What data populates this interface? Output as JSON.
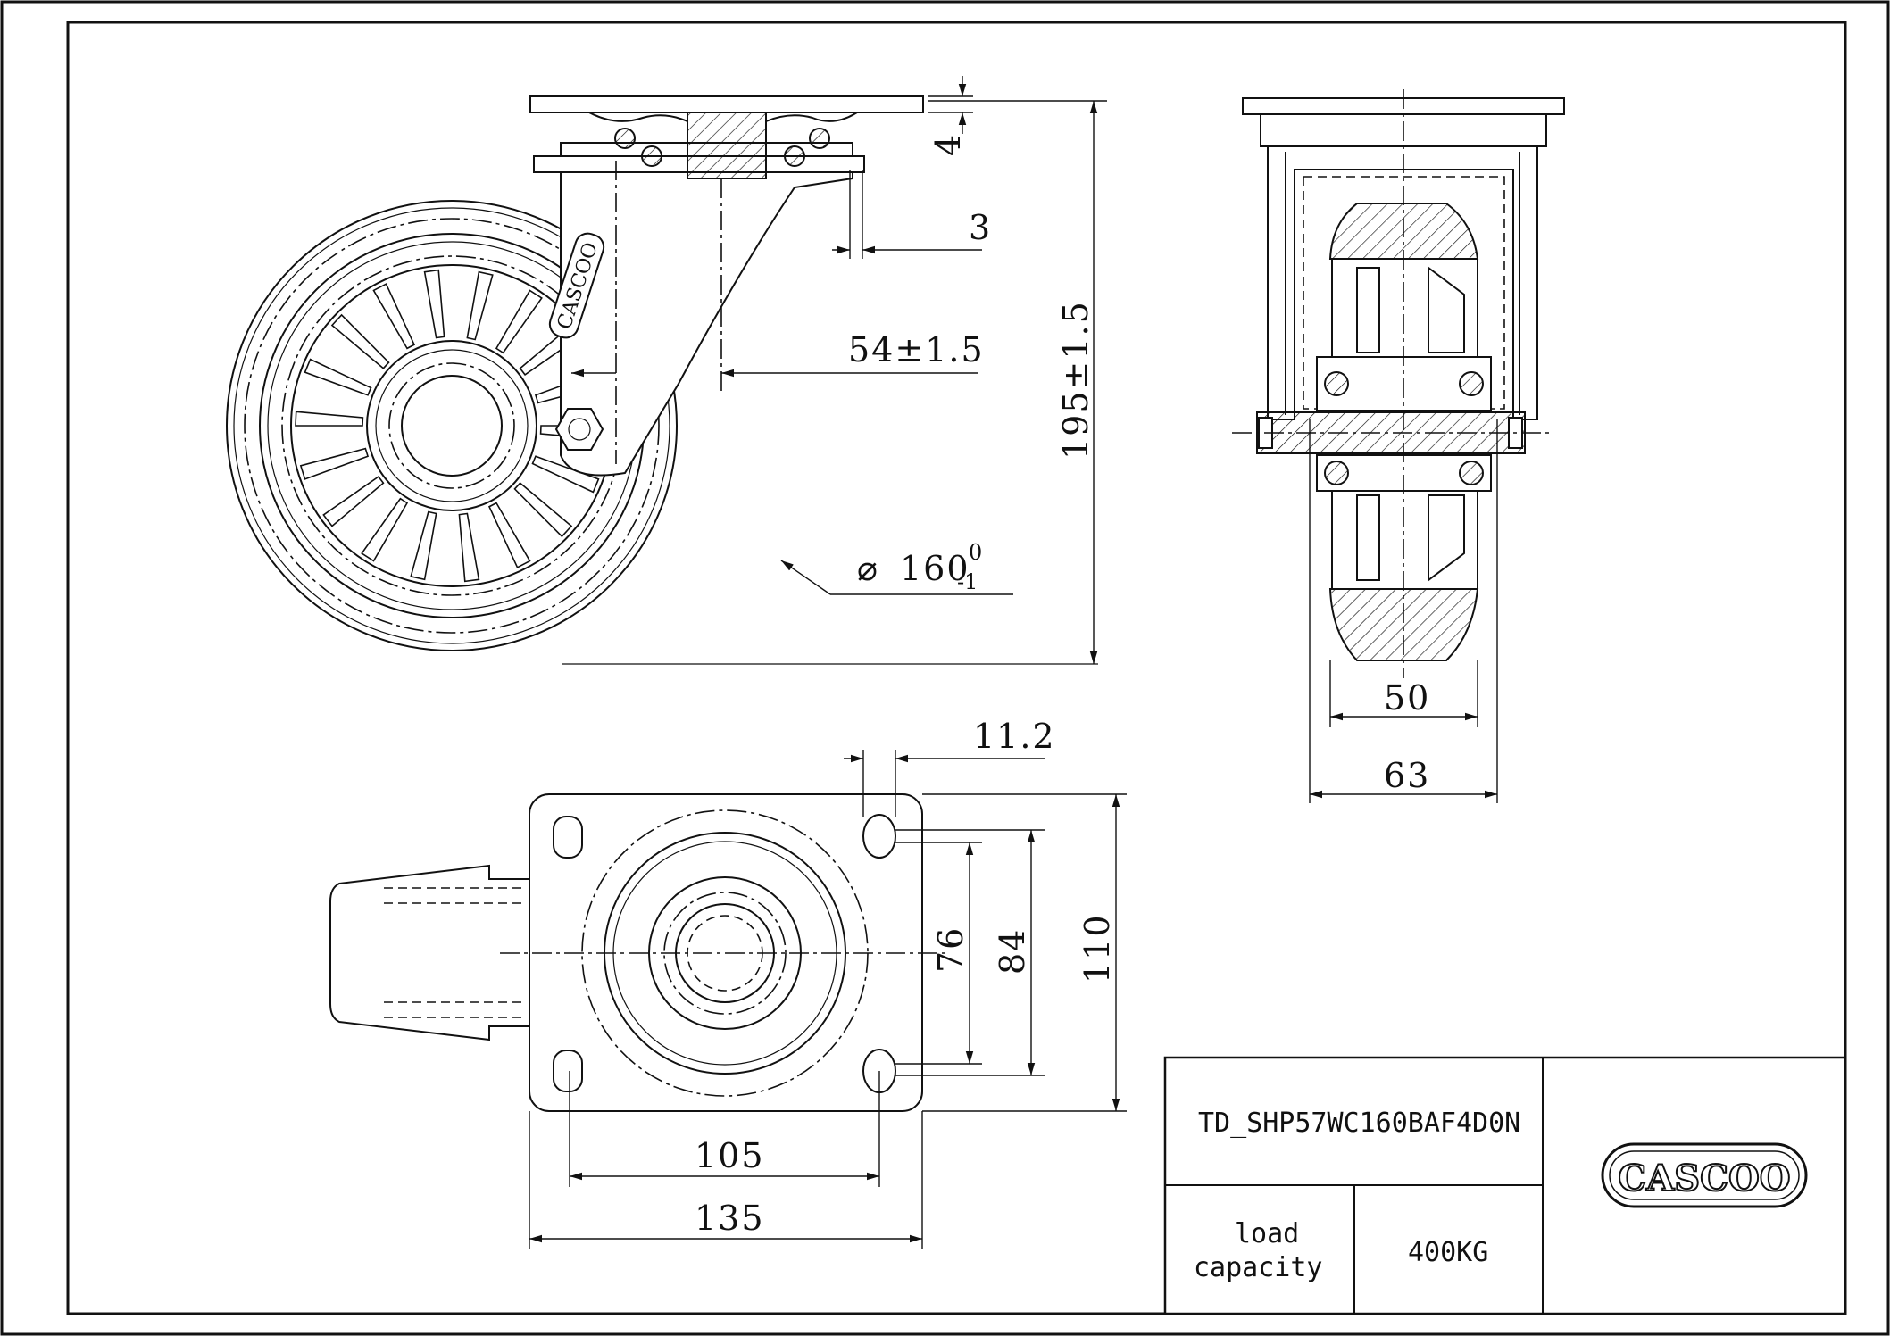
{
  "dimensions": {
    "plate_gap": "4",
    "offset": "3",
    "swivel_offset": "54±1.5",
    "total_height": "195±1.5",
    "wheel_diameter": "160",
    "wheel_tol_upper": "0",
    "wheel_tol_lower": "-1",
    "tread_width": "50",
    "leg_width": "63",
    "slot_offset": "11.2",
    "hole_spacing_short": "76",
    "hole_spacing_long": "84",
    "plate_width": "110",
    "hole_spacing_x": "105",
    "plate_length": "135"
  },
  "title_block": {
    "drawing_code": "TD_SHP57WC160BAF4D0N",
    "load_label_line1": "load",
    "load_label_line2": "capacity",
    "load_value": "400KG",
    "logo_text": "CASCOO"
  },
  "wheel_logo_text": "CASCOO",
  "colors": {
    "line": "#111111",
    "background": "#ffffff"
  }
}
